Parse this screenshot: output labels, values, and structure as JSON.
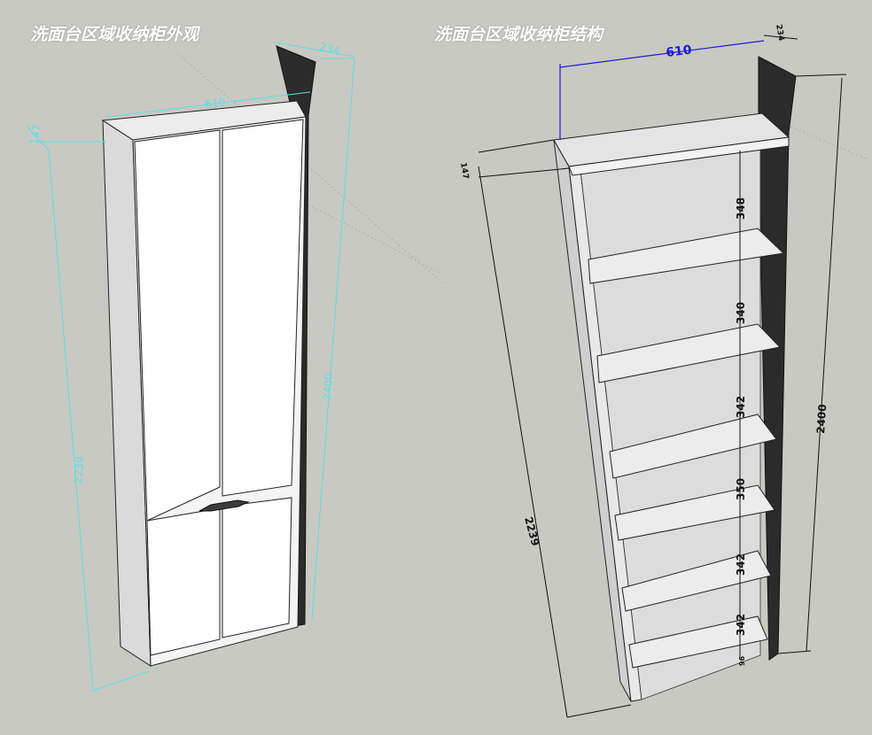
{
  "titles": {
    "left": "洗面台区域收纳柜外观",
    "right": "洗面台区域收纳柜结构"
  },
  "left_view": {
    "dimensions": {
      "width": "610",
      "depth": "234",
      "height_total": "2400",
      "height_body": "2239",
      "top_gap": "147"
    }
  },
  "right_view": {
    "dimensions": {
      "width": "610",
      "depth": "234",
      "height_total": "2400",
      "height_body": "2239",
      "top_gap": "147"
    },
    "shelf_gaps": [
      "348",
      "340",
      "342",
      "350",
      "342",
      "342",
      "96"
    ]
  },
  "colors": {
    "background": "#c9c9c3",
    "left_dim": "#5fdede",
    "blue_dim": "#1b1bd6",
    "panel_dark": "#2b2b2b"
  }
}
